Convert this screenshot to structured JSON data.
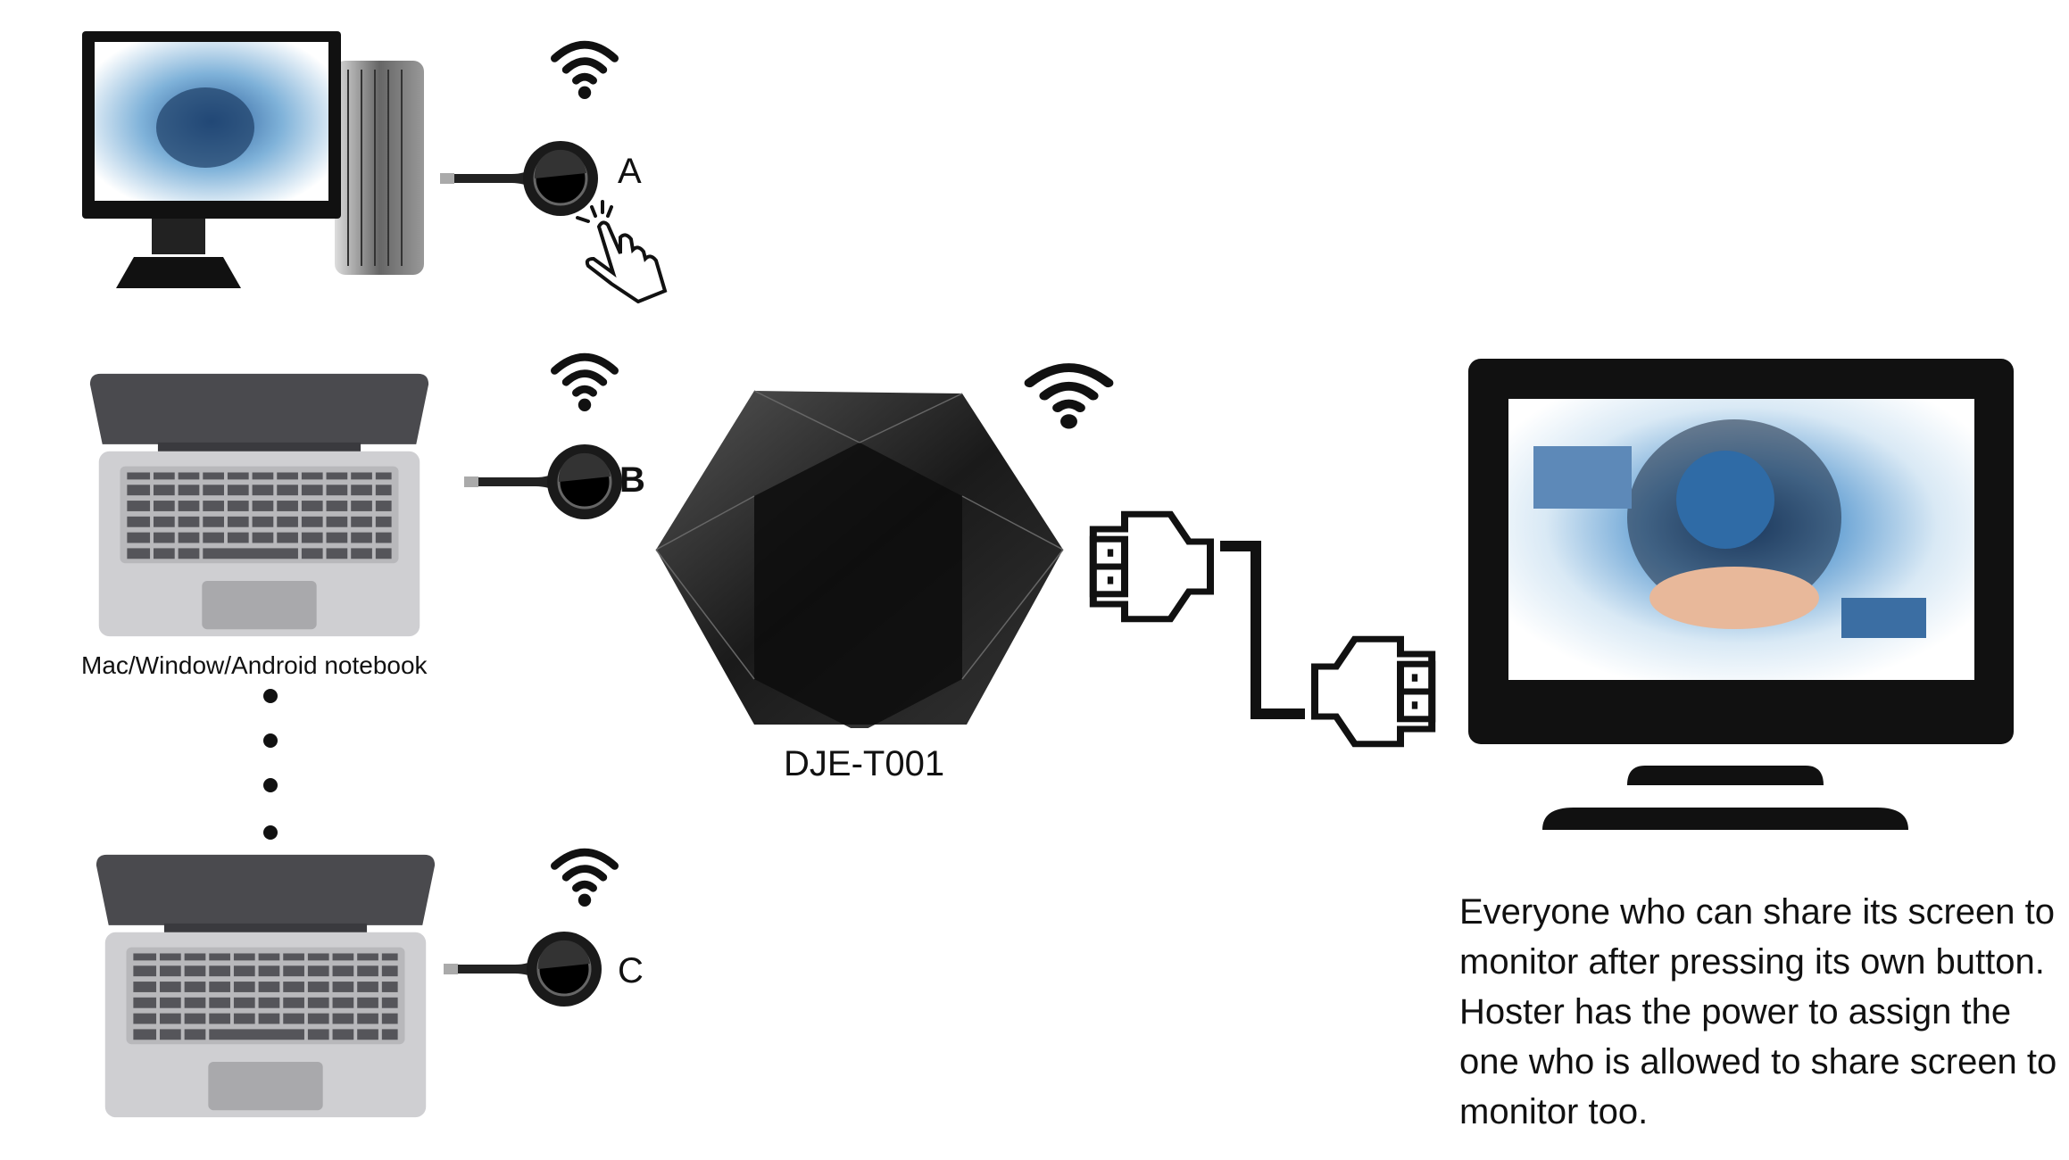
{
  "devices": {
    "desktop": {
      "dongle_label": "A"
    },
    "notebook_b": {
      "dongle_label": "B",
      "caption": "Mac/Window/Android notebook"
    },
    "notebook_c": {
      "dongle_label": "C"
    }
  },
  "hub": {
    "model": "DJE-T001"
  },
  "description": "Everyone who can share its screen to monitor after pressing its own button.  Hoster has the power to assign the one who is allowed to share screen to monitor too.",
  "icons": [
    "wifi-icon",
    "dongle-button-icon",
    "hand-pointer-icon",
    "hdmi-cable-icon",
    "desktop-computer-icon",
    "laptop-icon",
    "monitor-icon",
    "hub-device-icon"
  ]
}
